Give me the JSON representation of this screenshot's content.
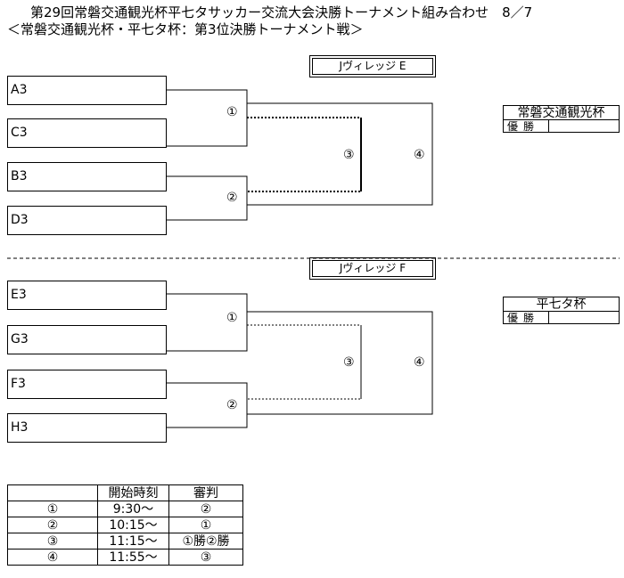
{
  "header": {
    "title": "第29回常磐交通観光杯平七タサッカー交流大会決勝トーナメント組み合わせ　8／7",
    "subtitle": "＜常磐交通観光杯・平七タ杯：第3位決勝トーナメント戦＞"
  },
  "bracket_e": {
    "venue": "Jヴィレッジ E",
    "teams": [
      "A3",
      "C3",
      "B3",
      "D3"
    ],
    "match_labels": {
      "m1": "①",
      "m2": "②",
      "m3": "③",
      "m4": "④"
    },
    "cup": {
      "title": "常磐交通観光杯",
      "label": "優勝",
      "value": ""
    }
  },
  "bracket_f": {
    "venue": "Jヴィレッジ F",
    "teams": [
      "E3",
      "G3",
      "F3",
      "H3"
    ],
    "match_labels": {
      "m1": "①",
      "m2": "②",
      "m3": "③",
      "m4": "④"
    },
    "cup": {
      "title": "平七タ杯",
      "label": "優勝",
      "value": ""
    }
  },
  "schedule": {
    "headers": [
      "",
      "開始時刻",
      "審判"
    ],
    "rows": [
      [
        "①",
        "9:30〜",
        "②"
      ],
      [
        "②",
        "10:15〜",
        "①"
      ],
      [
        "③",
        "11:15〜",
        "①勝②勝"
      ],
      [
        "④",
        "11:55〜",
        "③"
      ]
    ]
  }
}
